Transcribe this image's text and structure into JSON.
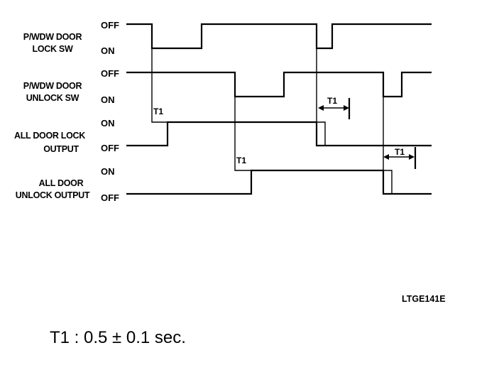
{
  "signals": [
    {
      "id": "lock-sw",
      "label_lines": [
        "P/WDW DOOR",
        "LOCK SW"
      ],
      "states": [
        "OFF",
        "ON"
      ]
    },
    {
      "id": "unlock-sw",
      "label_lines": [
        "P/WDW DOOR",
        "UNLOCK SW"
      ],
      "states": [
        "OFF",
        "ON"
      ]
    },
    {
      "id": "lock-output",
      "label_lines": [
        "ALL DOOR LOCK",
        "OUTPUT"
      ],
      "states": [
        "ON",
        "OFF"
      ]
    },
    {
      "id": "unlock-output",
      "label_lines": [
        "ALL DOOR",
        "UNLOCK OUTPUT"
      ],
      "states": [
        "ON",
        "OFF"
      ]
    }
  ],
  "timing_label": "T1",
  "figure_code": "LTGE141E",
  "note": "T1 : 0.5 ± 0.1 sec."
}
